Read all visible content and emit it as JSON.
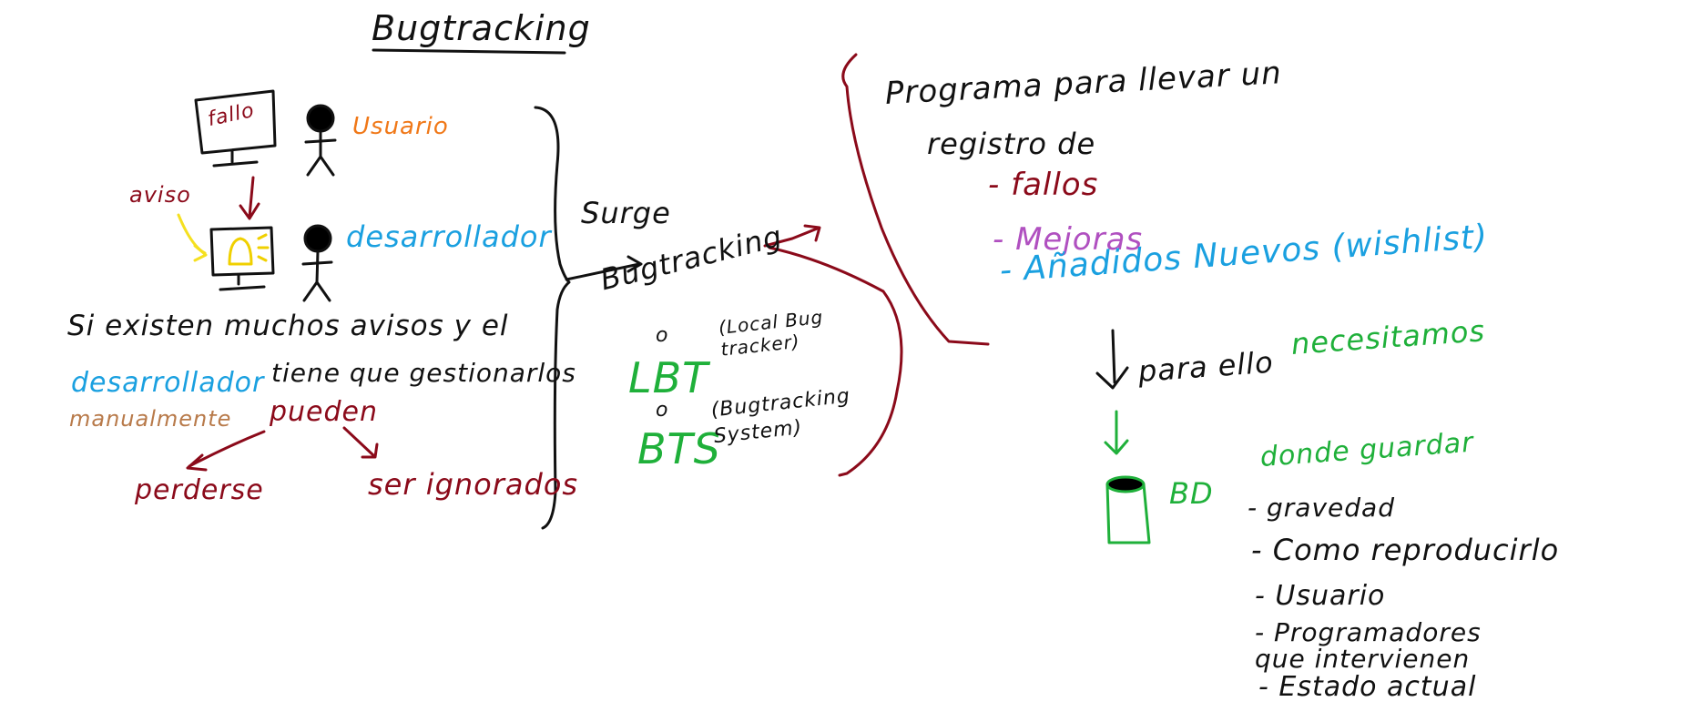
{
  "colors": {
    "black": "#111111",
    "darkred": "#8b0a1a",
    "orange": "#f07818",
    "blue": "#1aa0e0",
    "brown": "#b87a4a",
    "green": "#1fb03a",
    "purple": "#b050c0",
    "yellow": "#f5e020"
  },
  "title": "Bugtracking",
  "left": {
    "monitor_fallo": "fallo",
    "usuario": "Usuario",
    "aviso": "aviso",
    "desarrollador": "desarrollador",
    "bell_icon": "bell-icon",
    "sentence_line1": "Si existen muchos avisos y el",
    "sentence_line2_a": "desarrollador",
    "sentence_line2_b": "tiene que gestionarlos",
    "sentence_line3_a": "manualmente",
    "sentence_line3_b": "pueden",
    "perderse": "perderse",
    "ser_ignorados": "ser ignorados"
  },
  "middle": {
    "surge": "Surge",
    "bugtracking": "Bugtracking",
    "o1": "o",
    "lbt": "LBT",
    "lbt_full": "Local Bug tracker",
    "o2": "o",
    "bts": "BTS",
    "bts_full": "Bugtracking System"
  },
  "right": {
    "def_line1": "Programa para llevar un",
    "def_line2": "registro de",
    "items": [
      {
        "dash": "-",
        "text": "fallos"
      },
      {
        "dash": "-",
        "text": "Mejoras"
      },
      {
        "dash": "-",
        "text": "Añadidos Nuevos (wishlist)"
      }
    ],
    "para_ello": "para ello",
    "necesitamos": "necesitamos",
    "bd": "BD",
    "donde_guardar": "donde guardar",
    "fields": [
      {
        "dash": "-",
        "text": "gravedad"
      },
      {
        "dash": "-",
        "text": "Como reproducirlo"
      },
      {
        "dash": "-",
        "text": "Usuario"
      },
      {
        "dash": "-",
        "text": "Programadores que intervienen"
      },
      {
        "dash": "-",
        "text": "Estado actual"
      }
    ]
  }
}
